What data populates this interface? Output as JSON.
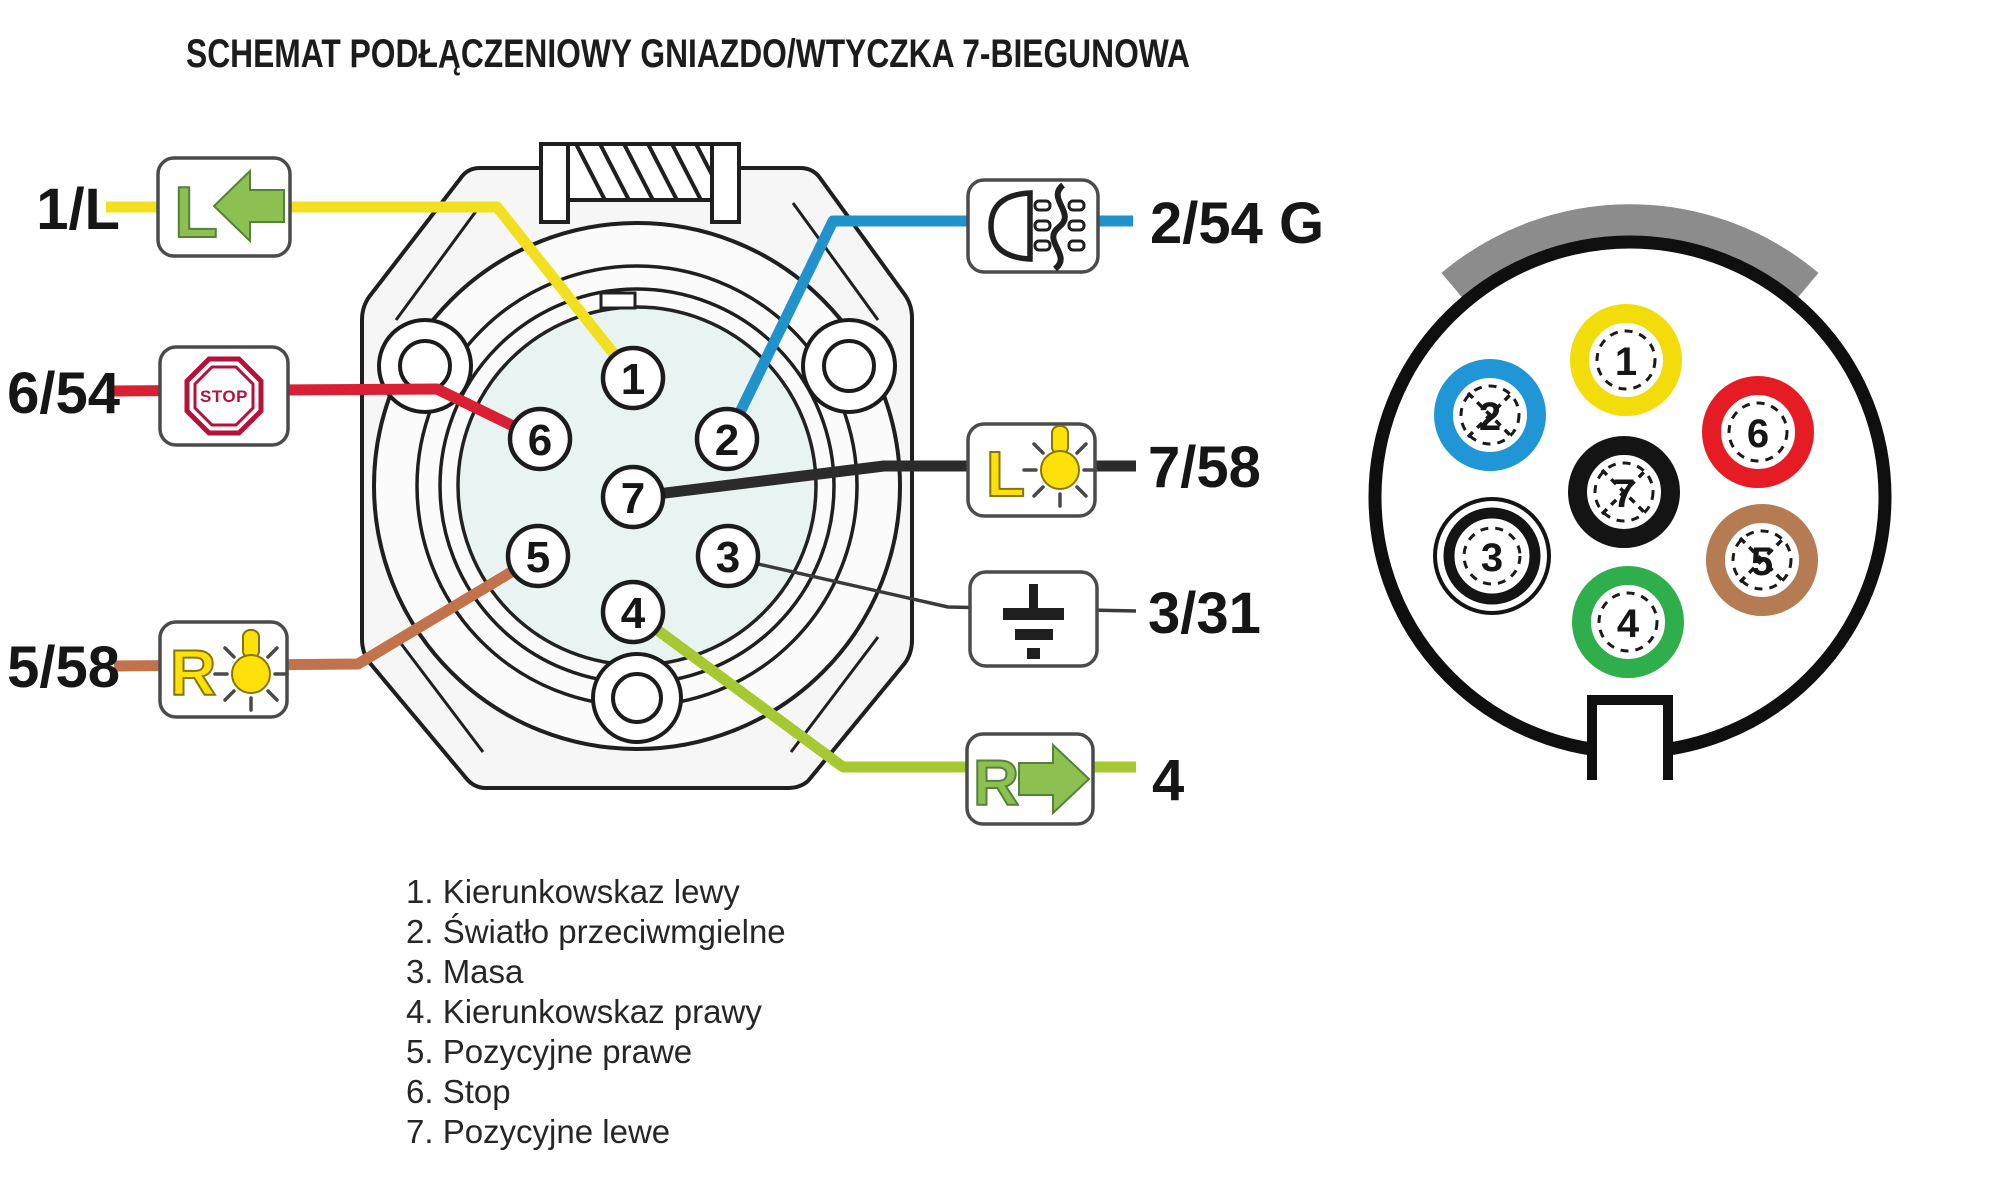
{
  "title": "SCHEMAT PODŁĄCZENIOWY GNIAZDO/WTYCZKA 7-BIEGUNOWA",
  "connections": {
    "turn_left": {
      "label": "1/L",
      "pin": "1",
      "function": "Kierunkowskaz lewy"
    },
    "fog": {
      "label": "2/54 G",
      "pin": "2",
      "function": "Światło przeciwmgielne"
    },
    "ground": {
      "label": "3/31",
      "pin": "3",
      "function": "Masa"
    },
    "turn_right": {
      "label": "4",
      "pin": "4",
      "function": "Kierunkowskaz prawy"
    },
    "position_right": {
      "label": "5/58",
      "pin": "5",
      "function": "Pozycyjne prawe"
    },
    "stop": {
      "label": "6/54",
      "pin": "6",
      "function": "Stop"
    },
    "position_left": {
      "label": "7/58",
      "pin": "7",
      "function": "Pozycyjne lewe"
    }
  },
  "icons": {
    "turn_left_letter": "L",
    "turn_right_letter": "R",
    "position_left_letter": "L",
    "position_right_letter": "R",
    "stop_text": "STOP"
  },
  "socket_pins": [
    "1",
    "2",
    "3",
    "4",
    "5",
    "6",
    "7"
  ],
  "plug_pins": [
    "1",
    "2",
    "3",
    "4",
    "5",
    "6",
    "7"
  ],
  "legend": [
    "1. Kierunkowskaz lewy",
    "2. Światło przeciwmgielne",
    "3. Masa",
    "4. Kierunkowskaz prawy",
    "5. Pozycyjne prawe",
    "6. Stop",
    "7. Pozycyjne lewe"
  ],
  "colors": {
    "wire_yellow": "#f2df1f",
    "wire_blue": "#2292cc",
    "wire_red": "#d81f33",
    "wire_black": "#2b2b2b",
    "wire_thin_black": "#3a3a3a",
    "wire_brown": "#c2734c",
    "wire_green": "#a7c832",
    "ring_yellow": "#f2dc0a",
    "ring_blue": "#2196d6",
    "ring_red": "#e51c23",
    "ring_black": "#141414",
    "ring_brown": "#b57b52",
    "ring_green": "#2fae4c",
    "band_gray": "#8c8c8c",
    "icon_green": "#8cc152",
    "icon_green_dark": "#55813a",
    "icon_yellow": "#ffe10a",
    "icon_yellow_dark": "#8a7400",
    "stop_red": "#b5123b"
  }
}
